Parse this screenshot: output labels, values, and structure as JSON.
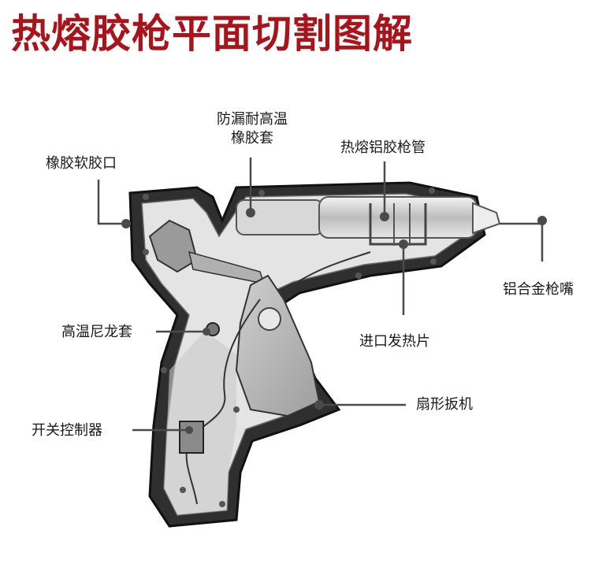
{
  "title": "热熔胶枪平面切割图解",
  "colors": {
    "title": "#a8141c",
    "leader": "#4a4a4a",
    "body_dark": "#2b2b2b",
    "body_light": "#d9d9d9"
  },
  "labels": {
    "silicone_tip": "橡胶软胶口",
    "heat_sleeve_line1": "防漏耐高温",
    "heat_sleeve_line2": "橡胶套",
    "aluminum_barrel": "热熔铝胶枪管",
    "alloy_nozzle": "铝合金枪嘴",
    "nylon_sleeve": "高温尼龙套",
    "heating_element": "进口发热片",
    "fan_trigger": "扇形扳机",
    "switch_controller": "开关控制器"
  }
}
